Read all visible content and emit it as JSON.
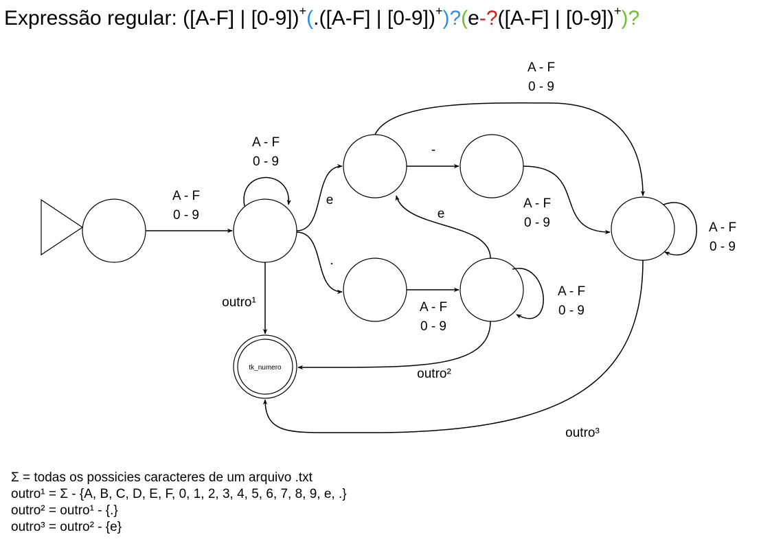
{
  "title": {
    "prefix": "Expressão regular: ",
    "p1": "([A-F] | [0-9])",
    "sup1": "+",
    "p2_open": "(",
    "p2_body": ".([A-F] | [0-9])",
    "sup2": "+",
    "p2_close": ")?",
    "p3_open": "(",
    "p3_e": "e",
    "p3_minus": "-?",
    "p3_body": "([A-F] | [0-9])",
    "sup3": "+",
    "p3_close": ")?",
    "colors": {
      "blue": "#2f8fe6",
      "red": "#e01818",
      "green": "#6cc02c"
    }
  },
  "diagram": {
    "final_state_label": "tk_numero",
    "edge_labels": {
      "s0_s1": [
        "A - F",
        "0 - 9"
      ],
      "s1_loop": [
        "A - F",
        "0 - 9"
      ],
      "s1_s2": "e",
      "s1_s3": ".",
      "s2_s4": "-",
      "s4_s6": [
        "A - F",
        "0 - 9"
      ],
      "s2_s6": [
        "A - F",
        "0 - 9"
      ],
      "s3_s5": [
        "A - F",
        "0 - 9"
      ],
      "s5_loop": [
        "A - F",
        "0 - 9"
      ],
      "s5_s2": "e",
      "s6_loop": [
        "A - F",
        "0 - 9"
      ],
      "s1_final": "outro¹",
      "s5_final": "outro²",
      "s6_final": "outro³"
    }
  },
  "definitions": [
    "Σ = todas os possicies caracteres de um arquivo .txt",
    "outro¹ = Σ - {A, B, C, D, E, F, 0, 1, 2, 3, 4, 5, 6, 7, 8, 9, e, .}",
    "outro² = outro¹ - {.}",
    "outro³ = outro² - {e}"
  ]
}
